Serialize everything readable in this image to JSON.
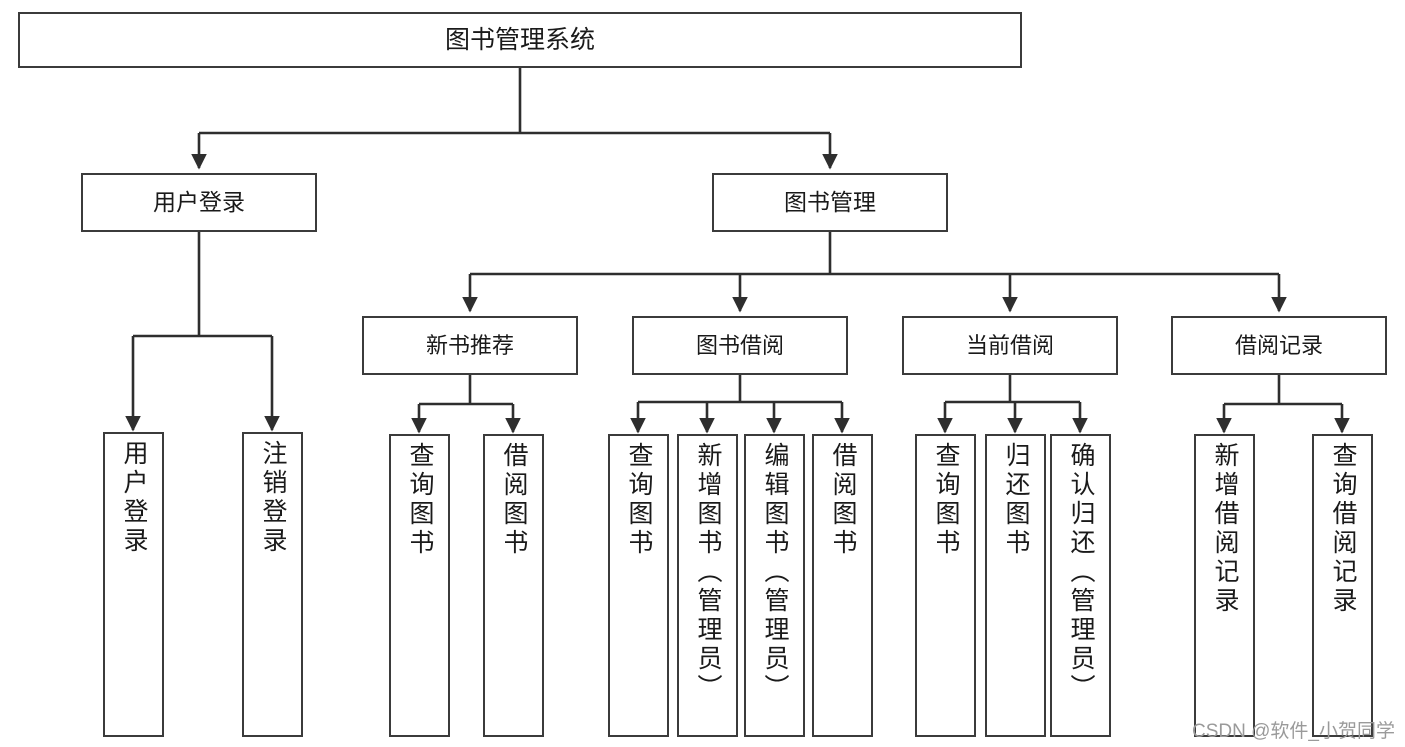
{
  "diagram": {
    "title_label": "图书管理系统",
    "watermark": "CSDN @软件_小贺同学",
    "colors": {
      "stroke": "#3b3b3b",
      "fill": "#ffffff",
      "text": "#1a1a1a",
      "watermark": "#9a9a9a"
    },
    "levels": {
      "root": {
        "label": "图书管理系统"
      },
      "level2": [
        {
          "key": "user-login",
          "label": "用户登录"
        },
        {
          "key": "book-management",
          "label": "图书管理"
        }
      ],
      "level3": [
        {
          "key": "new-book-recommend",
          "label": "新书推荐"
        },
        {
          "key": "book-borrow",
          "label": "图书借阅"
        },
        {
          "key": "current-borrow",
          "label": "当前借阅"
        },
        {
          "key": "borrow-record",
          "label": "借阅记录"
        }
      ],
      "leaves": {
        "user-login": [
          {
            "key": "leaf-user-login",
            "label": "用户登录"
          },
          {
            "key": "leaf-logout-login",
            "label": "注销登录"
          }
        ],
        "new-book-recommend": [
          {
            "key": "leaf-query-book-1",
            "label": "查询图书"
          },
          {
            "key": "leaf-borrow-book-1",
            "label": "借阅图书"
          }
        ],
        "book-borrow": [
          {
            "key": "leaf-query-book-2",
            "label": "查询图书"
          },
          {
            "key": "leaf-add-book-admin",
            "label": "新增图书（管理员）"
          },
          {
            "key": "leaf-edit-book-admin",
            "label": "编辑图书（管理员）"
          },
          {
            "key": "leaf-borrow-book-2",
            "label": "借阅图书"
          }
        ],
        "current-borrow": [
          {
            "key": "leaf-query-book-3",
            "label": "查询图书"
          },
          {
            "key": "leaf-return-book",
            "label": "归还图书"
          },
          {
            "key": "leaf-confirm-return-admin",
            "label": "确认归还（管理员）"
          }
        ],
        "borrow-record": [
          {
            "key": "leaf-add-borrow-record",
            "label": "新增借阅记录"
          },
          {
            "key": "leaf-query-borrow-record",
            "label": "查询借阅记录"
          }
        ]
      }
    }
  }
}
